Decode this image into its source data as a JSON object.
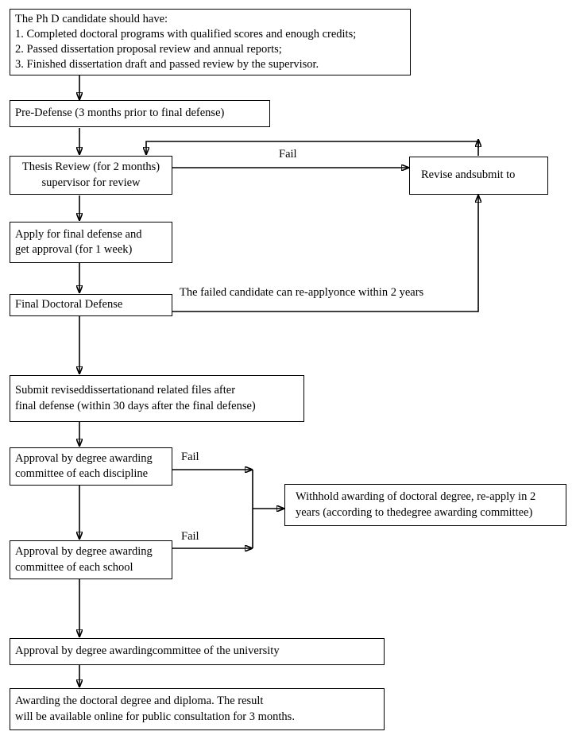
{
  "diagram": {
    "title": "PhD Dissertation Defense and Degree Awarding Process Flowchart",
    "background_color": "#ffffff",
    "line_color": "#000000",
    "text_color": "#000000"
  },
  "nodes": {
    "requirements": {
      "text": "The Ph D candidate should have:\n1. Completed doctoral programs with qualified scores and enough credits;\n2. Passed dissertation proposal review and annual reports;\n3. Finished dissertation draft and passed review by the supervisor."
    },
    "pre_defense": {
      "text": "Pre-Defense (3 months prior to final defense)"
    },
    "thesis_review": {
      "text": "Thesis Review (for 2 months)\nsupervisor for review"
    },
    "revise_submit": {
      "text": "Revise andsubmit to"
    },
    "apply_final_defense": {
      "text": "Apply for final defense and\nget approval (for 1 week)"
    },
    "final_doctoral_defense": {
      "text": "Final Doctoral Defense"
    },
    "submit_revised": {
      "text": "Submit reviseddissertationand related files after\nfinal defense (within 30 days after the final defense)"
    },
    "approval_discipline": {
      "text": "Approval by degree awarding\ncommittee of each discipline"
    },
    "approval_school": {
      "text": "Approval by degree awarding\ncommittee of each school"
    },
    "withhold": {
      "text": "Withhold awarding of doctoral degree, re-apply in 2\nyears (according to thedegree awarding committee)"
    },
    "approval_university": {
      "text": "Approval by degree awardingcommittee of the university"
    },
    "awarding": {
      "text": "Awarding the doctoral degree and diploma. The result\nwill be available online for public consultation for 3 months."
    }
  },
  "edge_labels": {
    "fail_thesis_review": "Fail",
    "reapply_note": "The failed candidate can re-applyonce within 2 years",
    "fail_discipline": "Fail",
    "fail_school": "Fail"
  }
}
